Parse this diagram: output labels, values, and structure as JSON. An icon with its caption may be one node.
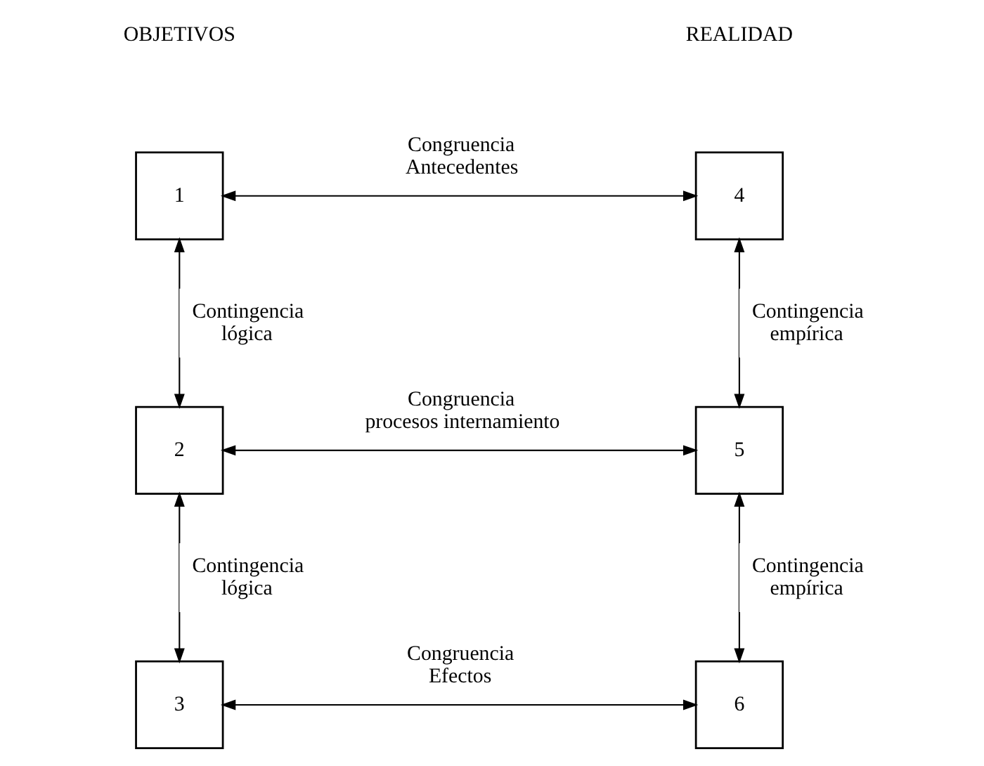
{
  "diagram": {
    "nodes": [
      {
        "text": [
          "1"
        ]
      },
      {
        "text": [
          "4"
        ]
      },
      {
        "text": [
          "2"
        ]
      },
      {
        "text": [
          "5"
        ]
      },
      {
        "text": [
          "3"
        ]
      },
      {
        "text": [
          "6"
        ]
      }
    ],
    "edges": [
      {
        "from": 0,
        "to": 1,
        "arrow": "both",
        "label": "Congruencia Antecedentes"
      },
      {
        "from": 0,
        "to": 2,
        "arrow": "both",
        "label": "Contingencia lógica"
      },
      {
        "from": 1,
        "to": 3,
        "arrow": "both",
        "label": "Contingencia empírica"
      },
      {
        "from": 2,
        "to": 3,
        "arrow": "both",
        "label": "Congruencia procesos internamiento"
      },
      {
        "from": 2,
        "to": 4,
        "arrow": "both",
        "label": "Contingencia lógica"
      },
      {
        "from": 3,
        "to": 5,
        "arrow": "both",
        "label": "Contingencia empírica"
      },
      {
        "from": 4,
        "to": 5,
        "arrow": "both",
        "label": "Congruencia Efectos"
      }
    ],
    "labels": [
      "OBJETIVOS",
      "REALIDAD"
    ]
  }
}
